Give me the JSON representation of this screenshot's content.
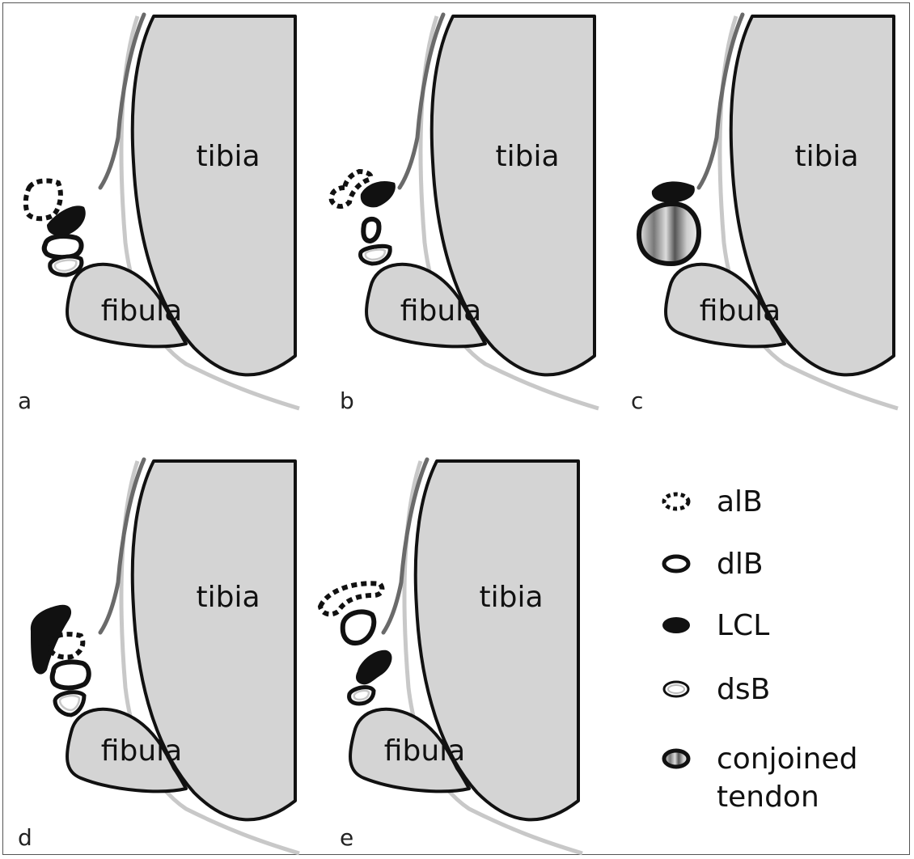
{
  "panels": [
    {
      "letter": "a",
      "tibia": "tibia",
      "fibula": "fibula"
    },
    {
      "letter": "b",
      "tibia": "tibia",
      "fibula": "fibula"
    },
    {
      "letter": "c",
      "tibia": "tibia",
      "fibula": "fibula"
    },
    {
      "letter": "d",
      "tibia": "tibia",
      "fibula": "fibula"
    },
    {
      "letter": "e",
      "tibia": "tibia",
      "fibula": "fibula"
    }
  ],
  "legend": {
    "alB": "alB",
    "dlB": "dlB",
    "LCL": "LCL",
    "dsB": "dsB",
    "conjoined_line1": "conjoined",
    "conjoined_line2": "tendon"
  },
  "colors": {
    "bone_fill": "#d4d4d4",
    "outline": "#111111",
    "capsule_light": "#c8c8c8",
    "capsule_dark": "#6a6a6a"
  }
}
